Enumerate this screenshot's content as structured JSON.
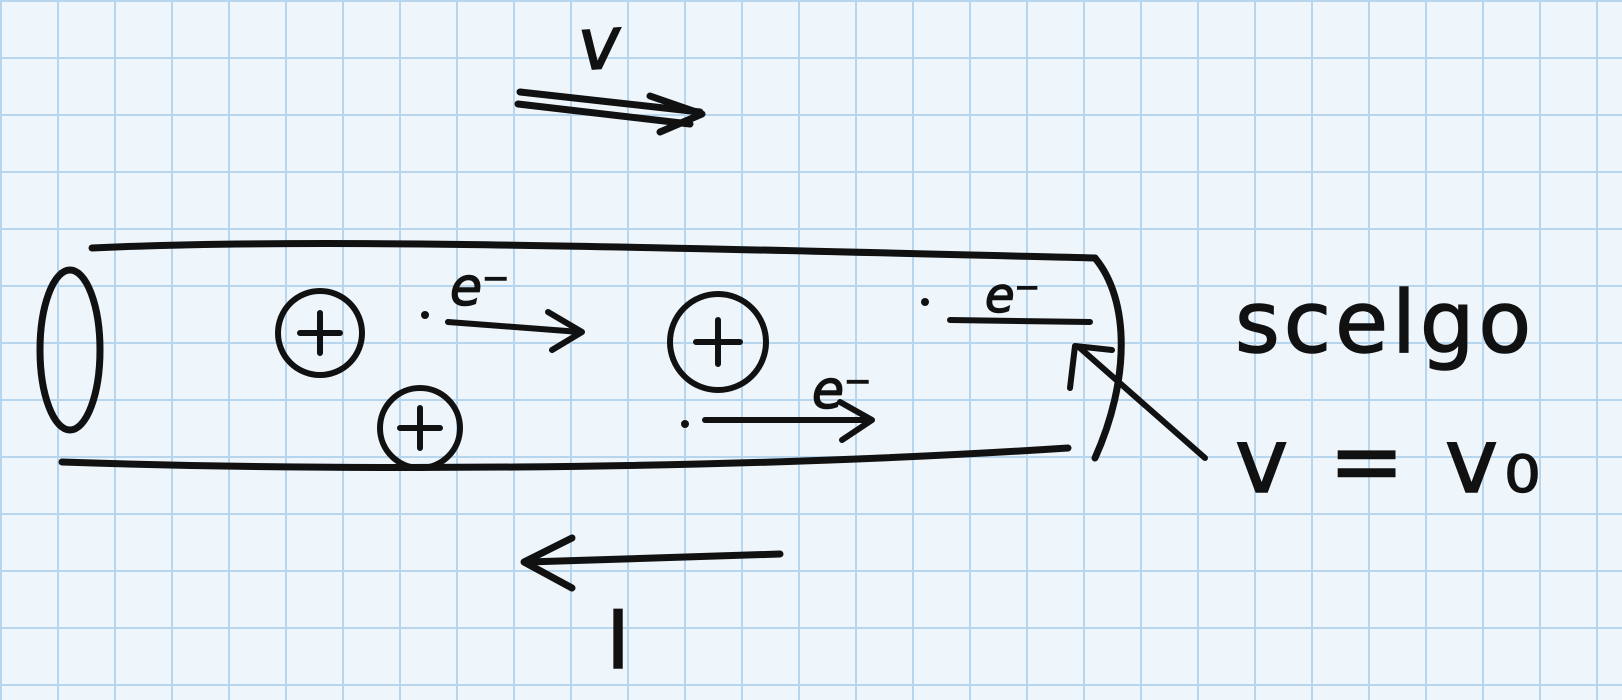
{
  "diagram": {
    "labels": {
      "velocity": "v",
      "current": "I",
      "electron_1": "e⁻",
      "electron_2": "e⁻",
      "electron_3": "e⁻",
      "ion_symbol": "+",
      "annotation_line1": "scelgo",
      "annotation_line2": "v = v₀"
    },
    "ions": [
      {
        "label": "+"
      },
      {
        "label": "+"
      },
      {
        "label": "+"
      }
    ],
    "colors": {
      "ink": "#111111",
      "paper": "#eef5fb",
      "grid": "#b7d6ee"
    }
  }
}
